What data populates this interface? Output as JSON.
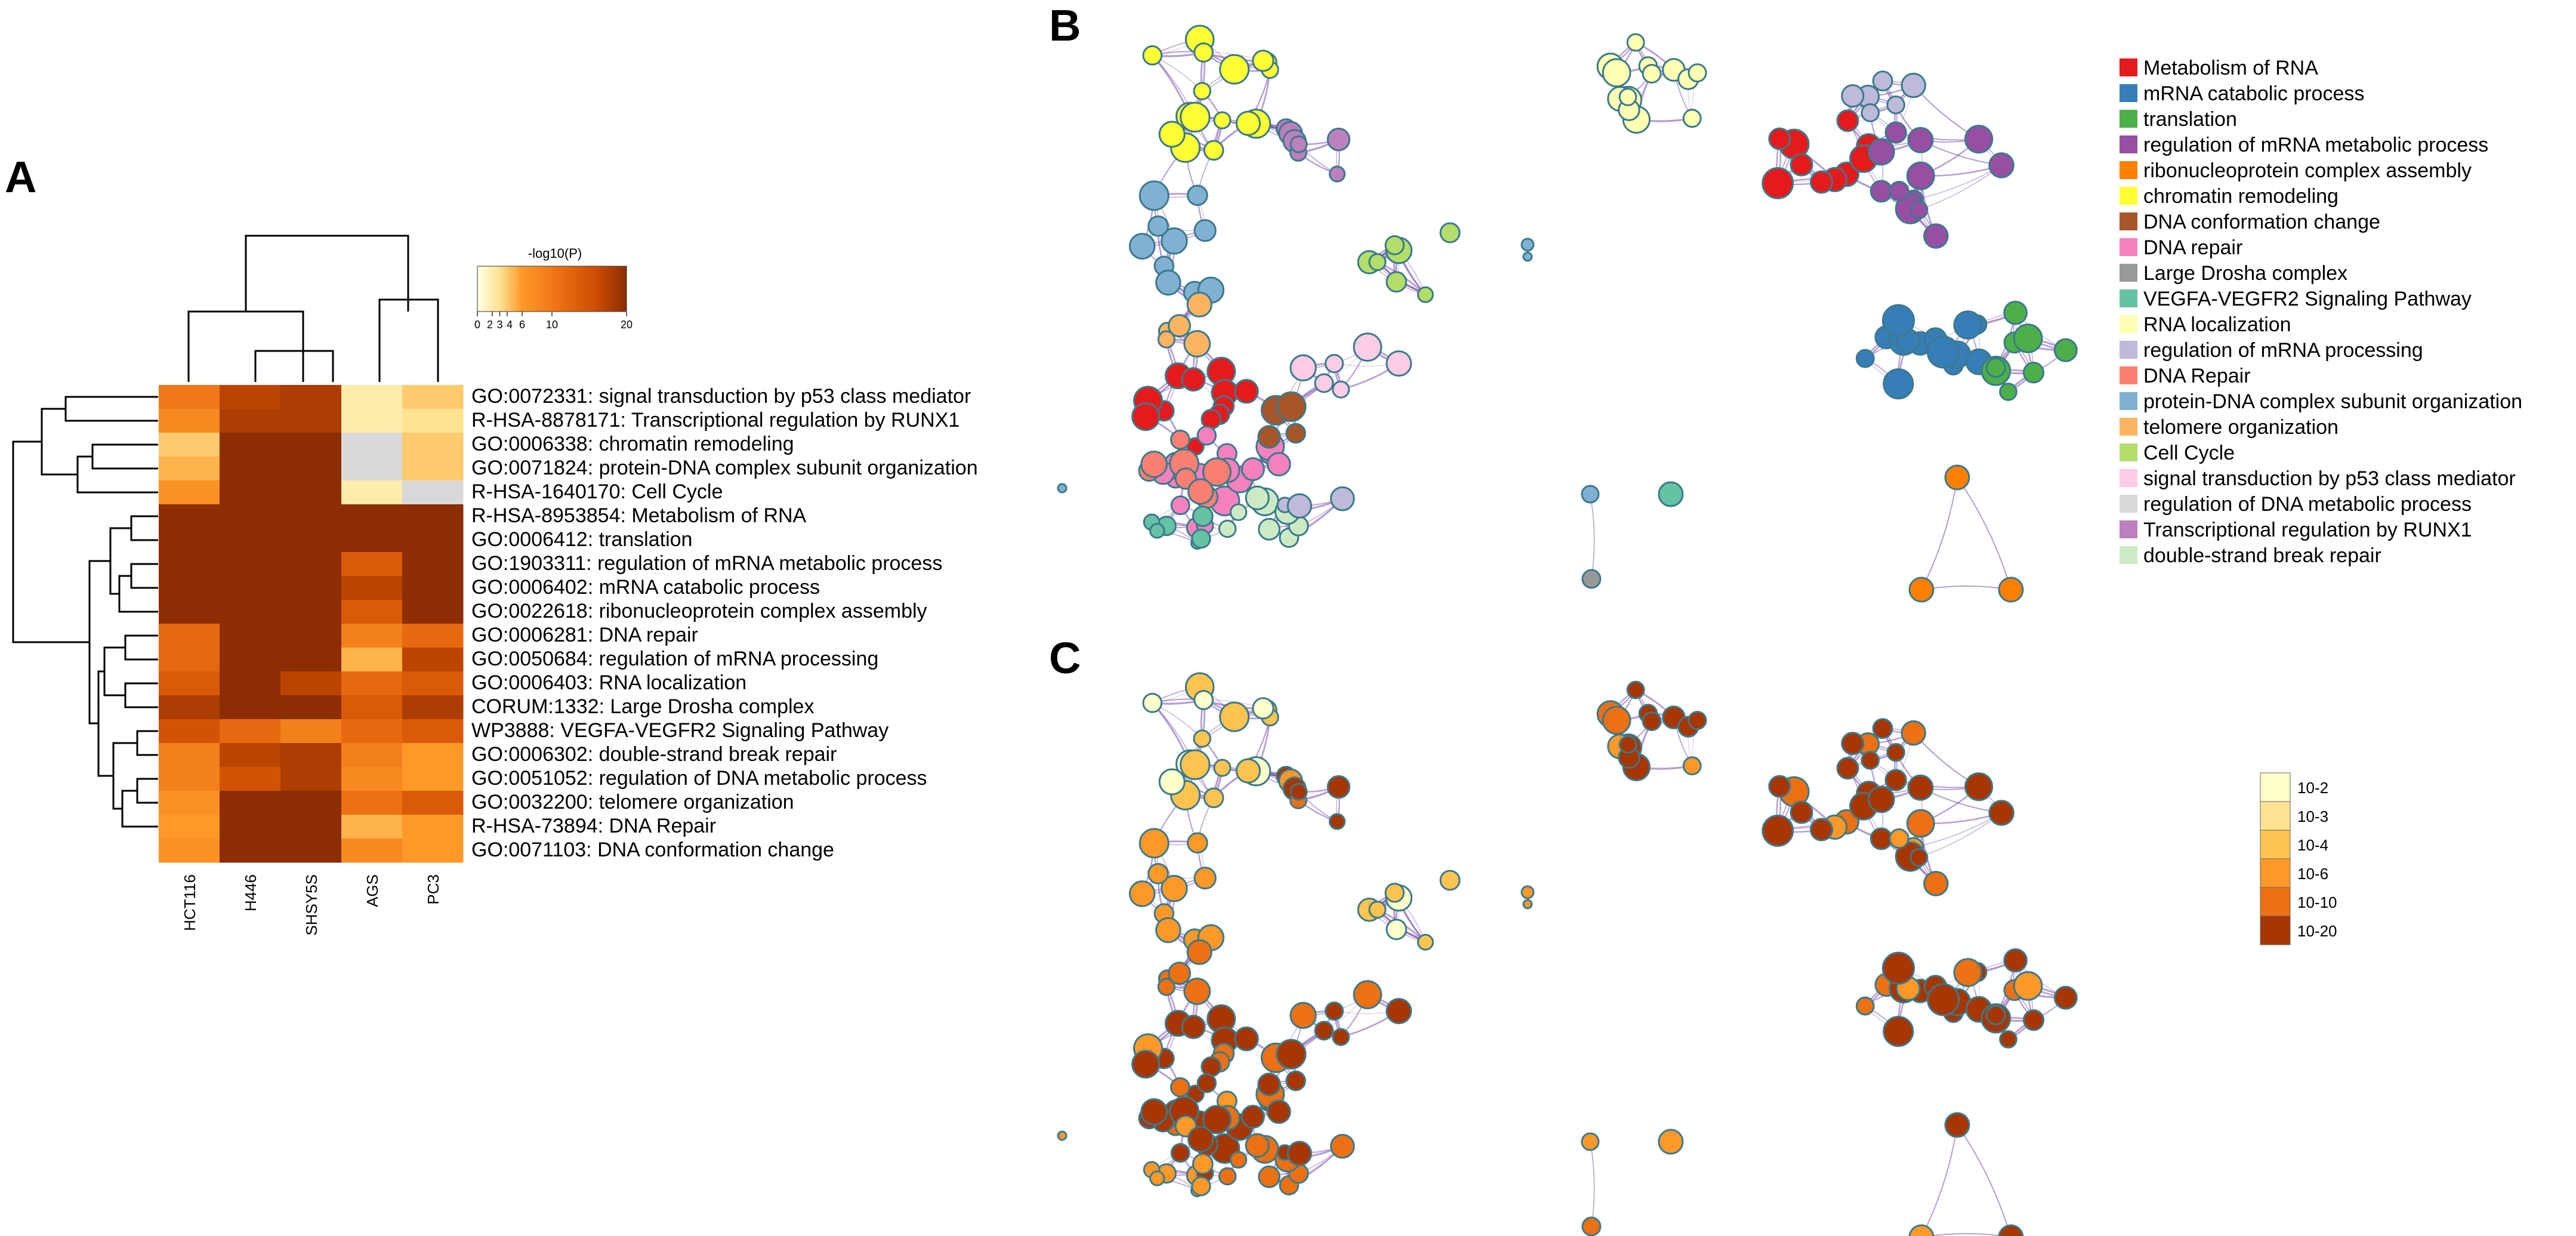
{
  "panels": {
    "A": "A",
    "B": "B",
    "C": "C"
  },
  "heatmap": {
    "colorbar_title": "-log10(P)",
    "colorbar_ticks": [
      "0",
      "2",
      "3",
      "4",
      "6",
      "10",
      "20"
    ]
  },
  "legend_pvalue": {
    "labels": [
      "10-2",
      "10-3",
      "10-4",
      "10-6",
      "10-10",
      "10-20"
    ],
    "colors": [
      "#ffffcc",
      "#fee391",
      "#fec44f",
      "#fe9929",
      "#ec7014",
      "#a63603"
    ]
  },
  "colors": {
    "node_border": "#3a7a8c",
    "edge": "#5b2a9a",
    "heat_low": "#ffffe5",
    "heat_high": "#8c2d04",
    "missing": "#d9d9d9"
  },
  "chart_data": [
    {
      "type": "heatmap",
      "title": "",
      "colorbar_label": "-log10(P)",
      "value_range": [
        0,
        20
      ],
      "columns": [
        "HCT116",
        "H446",
        "SHSY5S",
        "AGS",
        "PC3"
      ],
      "rows": [
        "GO:0072331: signal transduction by p53 class mediator",
        "R-HSA-8878171: Transcriptional regulation by RUNX1",
        "GO:0006338: chromatin remodeling",
        "GO:0071824: protein-DNA complex subunit organization",
        "R-HSA-1640170: Cell Cycle",
        "R-HSA-8953854: Metabolism of RNA",
        "GO:0006412: translation",
        "GO:1903311: regulation of mRNA metabolic process",
        "GO:0006402: mRNA catabolic process",
        "GO:0022618: ribonucleoprotein complex assembly",
        "GO:0006281: DNA repair",
        "GO:0050684: regulation of mRNA processing",
        "GO:0006403: RNA localization",
        "CORUM:1332: Large Drosha complex",
        "WP3888: VEGFA-VEGFR2 Signaling Pathway",
        "GO:0006302: double-strand break repair",
        "GO:0051052: regulation of DNA metabolic process",
        "GO:0032200: telomere organization",
        "R-HSA-73894: DNA Repair",
        "GO:0071103: DNA conformation change"
      ],
      "values": [
        [
          10,
          17,
          18,
          2,
          4
        ],
        [
          8,
          18,
          18,
          2,
          3
        ],
        [
          4,
          20,
          20,
          null,
          4
        ],
        [
          5,
          20,
          20,
          null,
          4
        ],
        [
          7,
          20,
          20,
          2,
          null
        ],
        [
          20,
          20,
          20,
          20,
          20
        ],
        [
          20,
          20,
          20,
          20,
          20
        ],
        [
          20,
          20,
          20,
          14,
          20
        ],
        [
          20,
          20,
          20,
          17,
          20
        ],
        [
          20,
          20,
          20,
          14,
          20
        ],
        [
          12,
          20,
          20,
          9,
          12
        ],
        [
          12,
          20,
          20,
          5,
          17
        ],
        [
          14,
          20,
          17,
          12,
          14
        ],
        [
          18,
          20,
          20,
          14,
          18
        ],
        [
          15,
          12,
          9,
          12,
          14
        ],
        [
          9,
          17,
          18,
          9,
          6
        ],
        [
          9,
          15,
          18,
          8,
          6
        ],
        [
          7,
          20,
          20,
          11,
          14
        ],
        [
          6,
          20,
          20,
          5,
          6
        ],
        [
          7,
          20,
          20,
          8,
          6
        ]
      ]
    },
    {
      "type": "network",
      "legend": [
        {
          "name": "Metabolism of RNA",
          "color": "#e41a1c"
        },
        {
          "name": "mRNA catabolic process",
          "color": "#377eb8"
        },
        {
          "name": "translation",
          "color": "#4daf4a"
        },
        {
          "name": "regulation of mRNA metabolic process",
          "color": "#984ea3"
        },
        {
          "name": "ribonucleoprotein complex assembly",
          "color": "#ff7f00"
        },
        {
          "name": "chromatin remodeling",
          "color": "#ffff33"
        },
        {
          "name": "DNA conformation change",
          "color": "#a65628"
        },
        {
          "name": "DNA repair",
          "color": "#f781bf"
        },
        {
          "name": "Large Drosha complex",
          "color": "#999999"
        },
        {
          "name": "VEGFA-VEGFR2 Signaling Pathway",
          "color": "#66c2a5"
        },
        {
          "name": "RNA localization",
          "color": "#ffffb3"
        },
        {
          "name": "regulation of mRNA processing",
          "color": "#bebada"
        },
        {
          "name": "DNA Repair",
          "color": "#fb8072"
        },
        {
          "name": "protein-DNA complex subunit organization",
          "color": "#80b1d3"
        },
        {
          "name": "telomere organization",
          "color": "#fdb462"
        },
        {
          "name": "Cell Cycle",
          "color": "#b3de69"
        },
        {
          "name": "signal transduction by p53 class mediator",
          "color": "#fccde5"
        },
        {
          "name": "regulation of DNA metabolic process",
          "color": "#d9d9d9"
        },
        {
          "name": "Transcriptional regulation by RUNX1",
          "color": "#bc80bd"
        },
        {
          "name": "double-strand break repair",
          "color": "#ccebc5"
        }
      ]
    }
  ]
}
